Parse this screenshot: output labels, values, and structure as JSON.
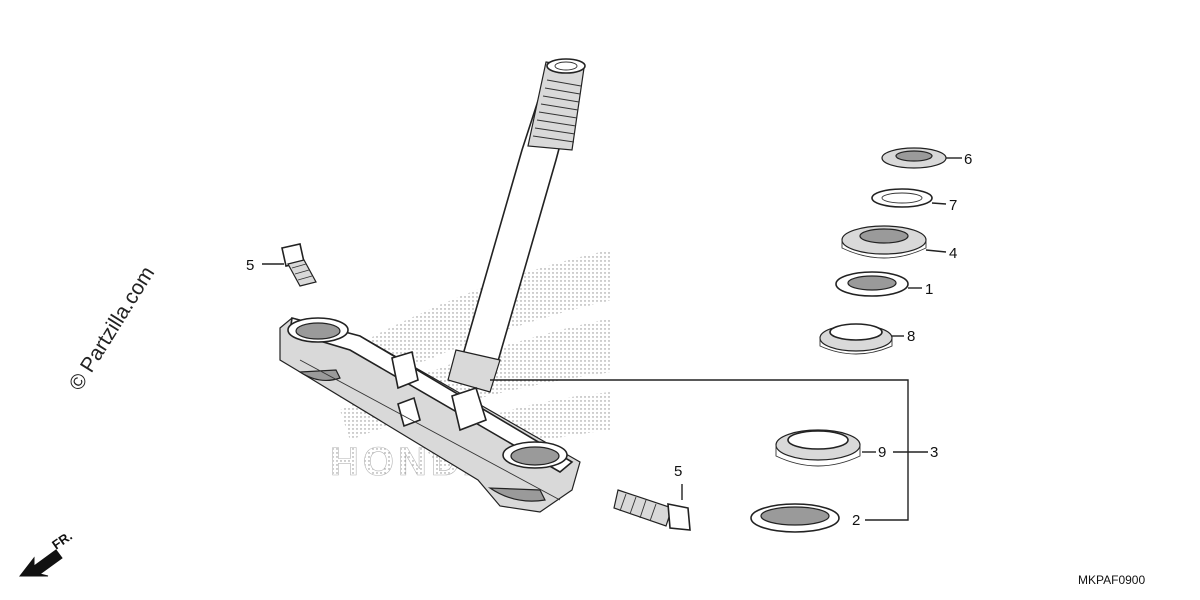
{
  "watermark": "© Partzilla.com",
  "diagram_code": "MKPAF0900",
  "front_marker": "FR.",
  "background_logo": "HONDA",
  "callouts": {
    "c1": "1",
    "c2": "2",
    "c3": "3",
    "c4": "4",
    "c5a": "5",
    "c5b": "5",
    "c6": "6",
    "c7": "7",
    "c8": "8",
    "c9": "9"
  }
}
